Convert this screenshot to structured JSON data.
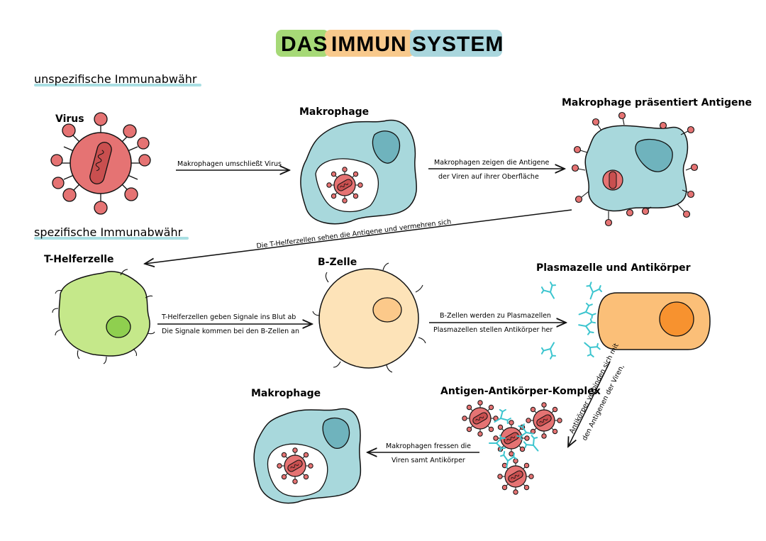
{
  "title": {
    "part1": "DAS",
    "part2": "IMMUN",
    "part3": "SYSTEM",
    "colors": {
      "part1": "#a6d977",
      "part2": "#f8c98c",
      "part3": "#a9d6dd"
    }
  },
  "sections": {
    "unspecific": "unspezifische Immunabwähr",
    "specific": "spezifische Immunabwähr"
  },
  "labels": {
    "virus": "Virus",
    "macrophage1": "Makrophage",
    "macrophage_presenting": "Makrophage präsentiert Antigene",
    "t_helper": "T-Helferzelle",
    "b_cell": "B-Zelle",
    "plasma": "Plasmazelle und Antikörper",
    "complex": "Antigen-Antikörper-Komplex",
    "macrophage2": "Makrophage"
  },
  "arrows": {
    "a1": "Makrophagen umschließt Virus",
    "a2_line1": "Makrophagen zeigen die Antigene",
    "a2_line2": "der Viren auf ihrer Oberfläche",
    "a3": "Die T-Helferzellen sehen die Antigene und vermehren sich",
    "a4_line1": "T-Helferzellen geben Signale ins Blut ab",
    "a4_line2": "Die Signale kommen bei den B-Zellen an",
    "a5_line1": "B-Zellen werden zu Plasmazellen",
    "a5_line2": "Plasmazellen stellen Antikörper her",
    "a6_line1": "Antikörper verbinden sich mit",
    "a6_line2": "den Antigenen der Viren,",
    "a7_line1": "Makrophagen fressen die",
    "a7_line2": "Viren samt Antikörper"
  },
  "colors": {
    "virus": "#e57373",
    "virus_inner": "#c94f4f",
    "macrophage": "#a8d8dc",
    "macrophage_nucleus": "#6fb3bd",
    "t_helper": "#c5e88a",
    "t_helper_nucleus": "#8fcf4f",
    "b_cell": "#fde3b8",
    "b_cell_nucleus": "#fcc98a",
    "plasma": "#fbbf78",
    "plasma_nucleus": "#f7922f",
    "antibody": "#3cc5cf",
    "underline": "#a9dfe3"
  }
}
